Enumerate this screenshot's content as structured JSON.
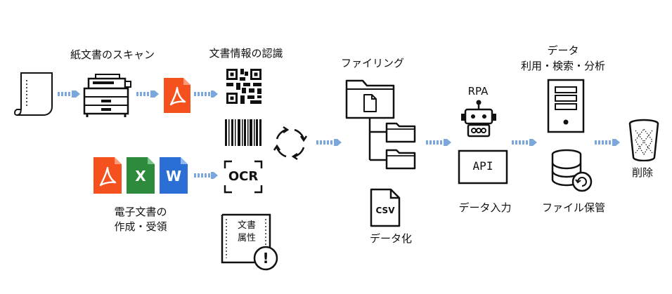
{
  "steps": {
    "scan": "紙文書のスキャン",
    "recognize": "文書情報の認識",
    "filing": "ファイリング",
    "data_use_line1": "データ",
    "data_use_line2": "利用・検索・分析",
    "delete": "削除",
    "rpa": "RPA",
    "data_entry": "データ入力",
    "file_storage": "ファイル保管",
    "data_convert": "データ化",
    "electronic_line1": "電子文書の",
    "electronic_line2": "作成・受領"
  },
  "icons": {
    "ocr_text": "OCR",
    "api_text": "API",
    "csv_text": "CSV",
    "excel_letter": "X",
    "word_letter": "W",
    "doc_attr_line1": "文書",
    "doc_attr_line2": "属性",
    "alert_mark": "!"
  },
  "colors": {
    "arrow": "#7ba7dd",
    "pdf": "#f4511e",
    "excel": "#2e8b3e",
    "word": "#2b6fd6",
    "stroke": "#111111"
  }
}
